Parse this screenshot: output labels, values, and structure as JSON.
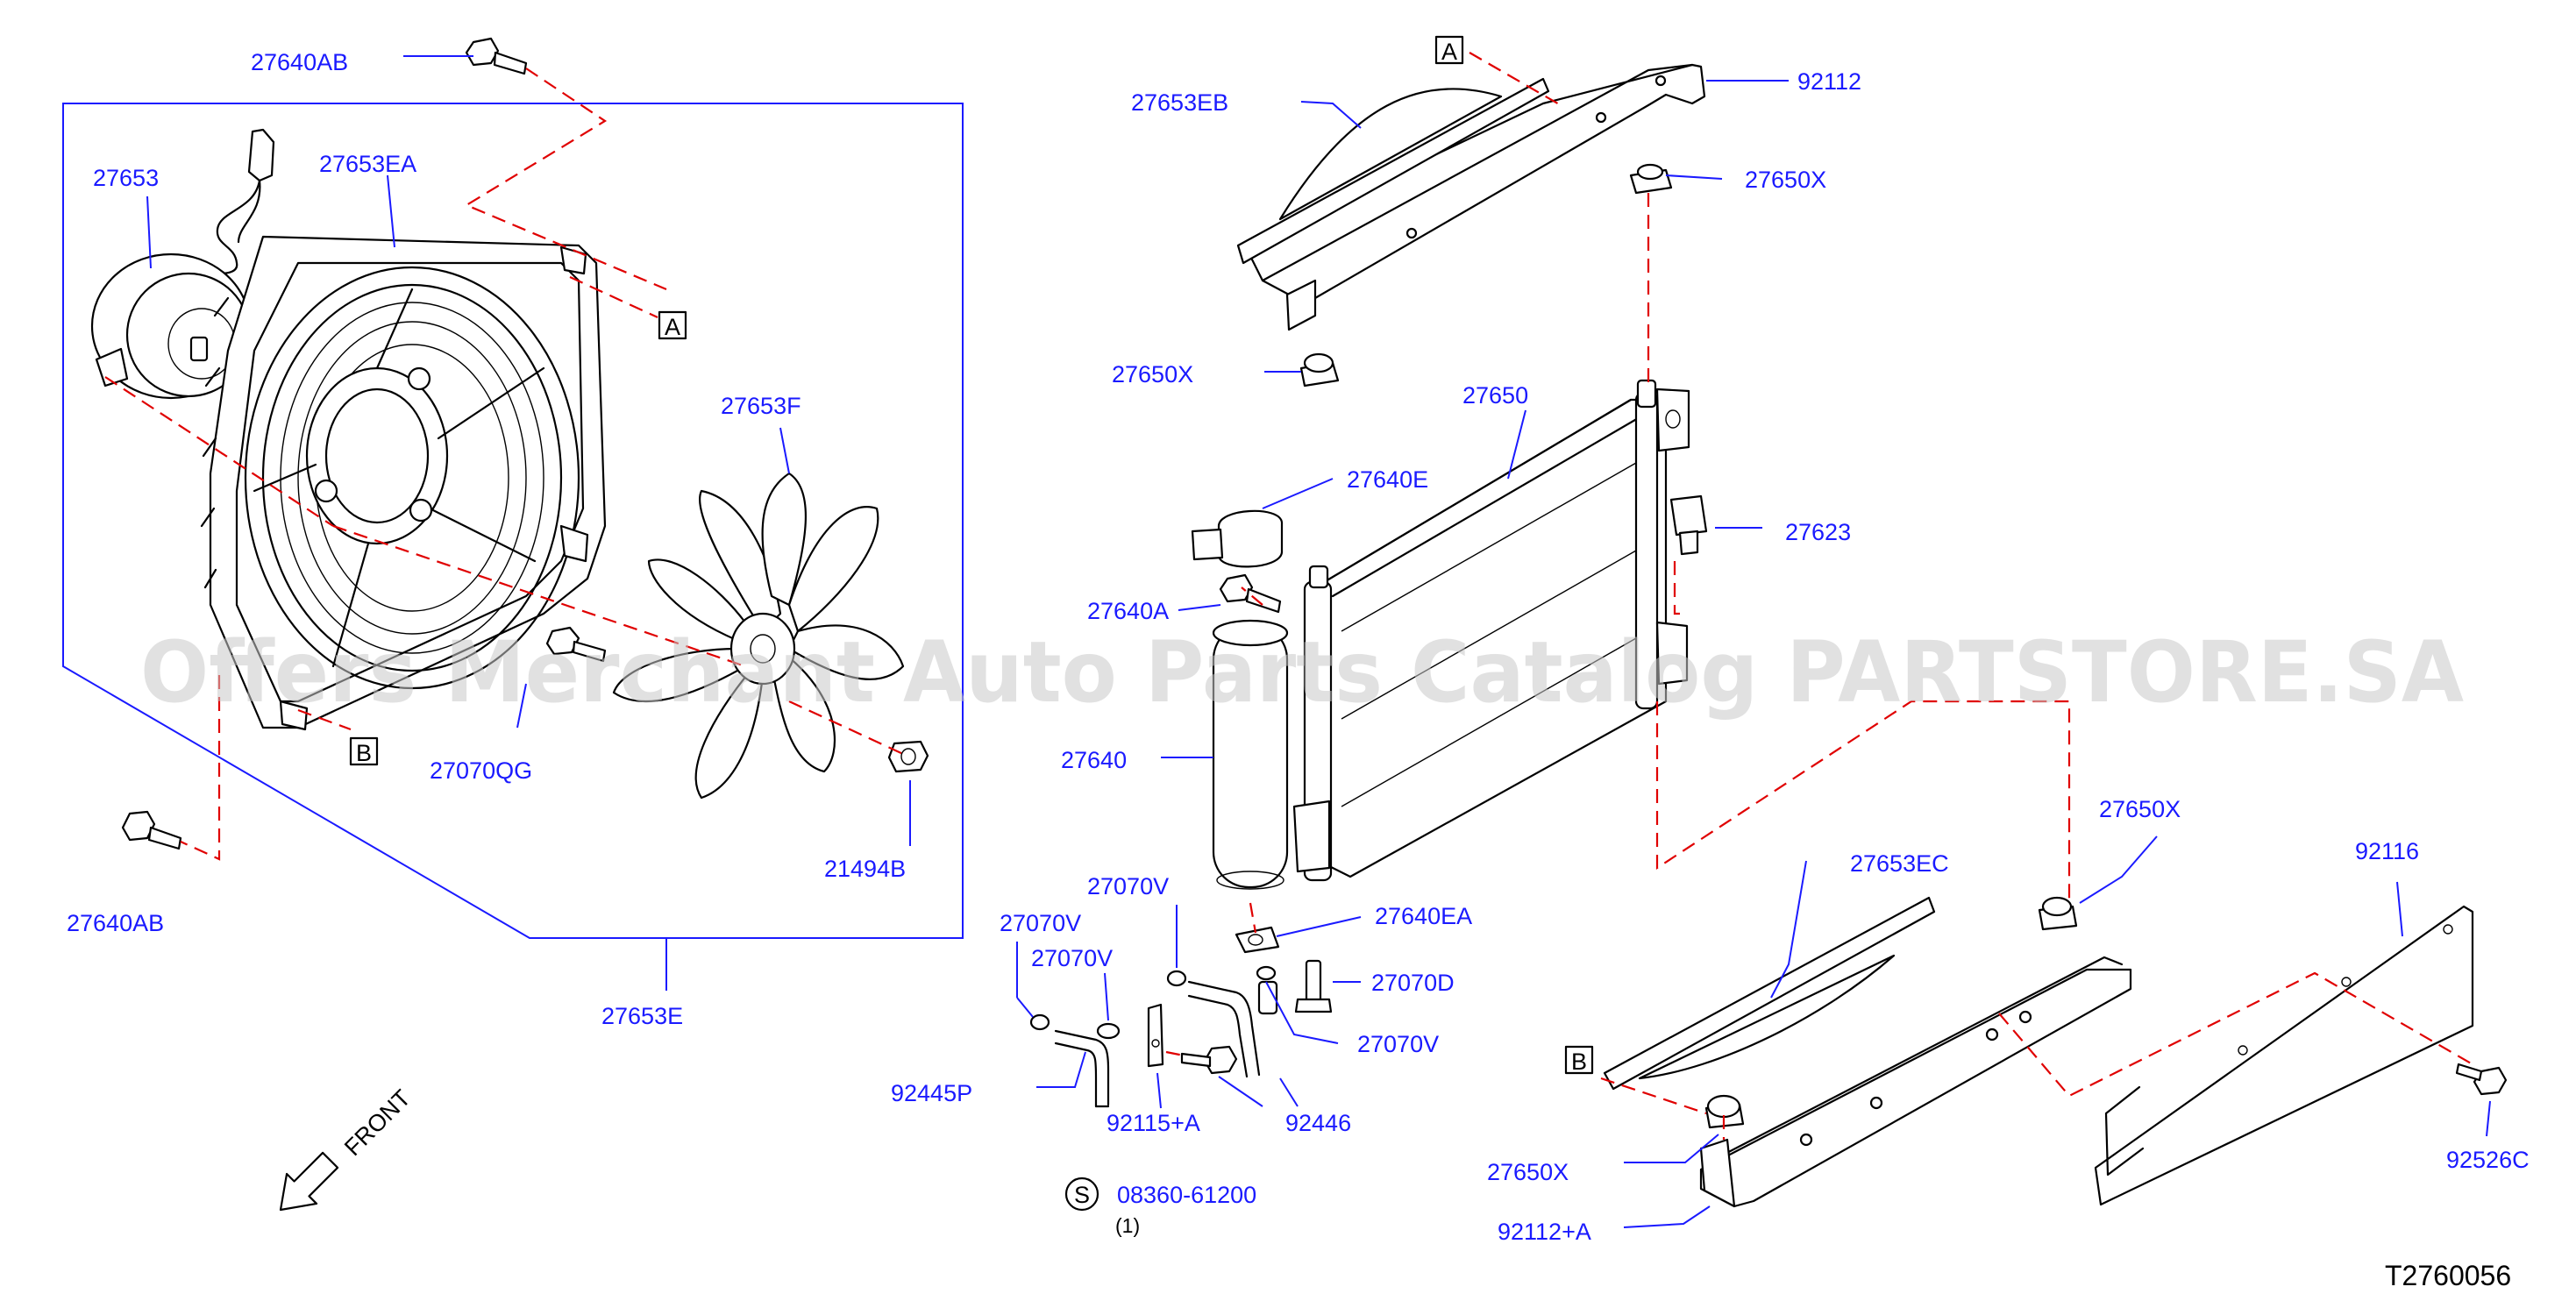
{
  "watermark": "Offers Merchant Auto Parts Catalog PARTSTORE.SA",
  "diagram_id": "T2760056",
  "front_label": "FRONT",
  "ref_marks": {
    "a": "A",
    "b": "B",
    "s": "S"
  },
  "part_labels": {
    "p27640AB_top": "27640AB",
    "p27653": "27653",
    "p27653EA": "27653EA",
    "p27653F": "27653F",
    "p27070QG": "27070QG",
    "p21494B": "21494B",
    "p27640AB_bottom": "27640AB",
    "p27653E": "27653E",
    "p27653EB": "27653EB",
    "p92112": "92112",
    "p27650X_1": "27650X",
    "p27650X_2": "27650X",
    "p27650": "27650",
    "p27640E": "27640E",
    "p27623": "27623",
    "p27640A": "27640A",
    "p27640": "27640",
    "p27070V_1": "27070V",
    "p27640EA": "27640EA",
    "p27070V_2": "27070V",
    "p27070V_3": "27070V",
    "p27070D": "27070D",
    "p27070V_4": "27070V",
    "p92445P": "92445P",
    "p92115A": "92115+A",
    "p92446": "92446",
    "p08360": "08360-61200",
    "p08360_qty": "(1)",
    "p27650X_3": "27650X",
    "p27653EC": "27653EC",
    "p92116": "92116",
    "p27650X_4": "27650X",
    "p92526C": "92526C",
    "p92112A": "92112+A"
  }
}
